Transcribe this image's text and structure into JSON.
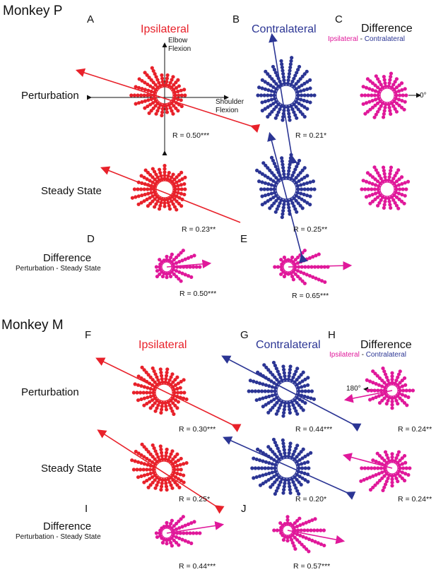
{
  "colors": {
    "ipsi": "#e8212a",
    "contra": "#2b3594",
    "diff": "#e0189a",
    "text": "#111111"
  },
  "monkeyP": {
    "title": "Monkey P",
    "panel_a": "A",
    "panel_b": "B",
    "panel_c": "C",
    "panel_d": "D",
    "panel_e": "E",
    "ipsi": "Ipsilateral",
    "contra": "Contralateral",
    "diff_title": "Difference",
    "diff_ipsi": "Ipsilateral",
    "diff_dash": " - ",
    "diff_contra": "Contralateral",
    "elbow1": "Elbow",
    "elbow2": "Flexion",
    "shoulder1": "Shoulder",
    "shoulder2": "Flexion",
    "zero_deg": "0°",
    "row_perturbation": "Perturbation",
    "row_steady": "Steady State",
    "row_diff": "Difference",
    "row_diff_sub": "Perturbation - Steady State",
    "r_a_pert": "R = 0.50***",
    "r_b_pert": "R = 0.21*",
    "r_a_ss": "R = 0.23**",
    "r_b_ss": "R = 0.25**",
    "r_d": "R = 0.50***",
    "r_e": "R = 0.65***"
  },
  "monkeyM": {
    "title": "Monkey M",
    "panel_f": "F",
    "panel_g": "G",
    "panel_h": "H",
    "panel_i": "I",
    "panel_j": "J",
    "ipsi": "Ipsilateral",
    "contra": "Contralateral",
    "diff_title": "Difference",
    "diff_ipsi": "Ipsilateral",
    "diff_dash": " - ",
    "diff_contra": "Contralateral",
    "deg180": "180°",
    "row_perturbation": "Perturbation",
    "row_steady": "Steady State",
    "row_diff": "Difference",
    "row_diff_sub": "Perturbation - Steady State",
    "r_f_pert": "R = 0.30***",
    "r_g_pert": "R = 0.44***",
    "r_h_pert": "R = 0.24**",
    "r_f_ss": "R = 0.25*",
    "r_g_ss": "R = 0.20*",
    "r_h_ss": "R = 0.24**",
    "r_i": "R = 0.44***",
    "r_j": "R = 0.57***"
  }
}
